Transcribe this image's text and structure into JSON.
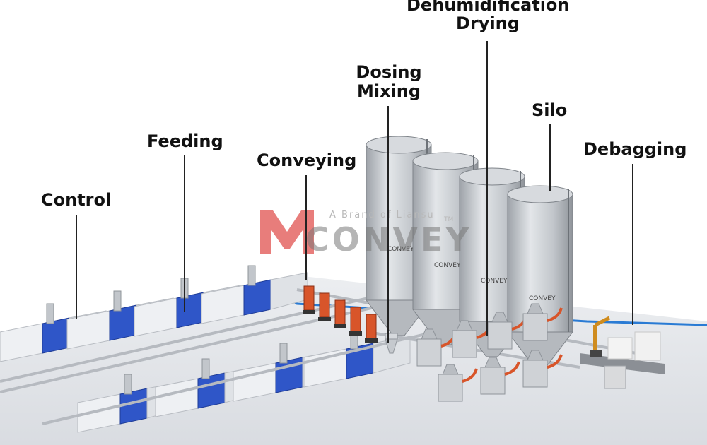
{
  "labels": {
    "control": "Control",
    "feeding": "Feeding",
    "conveying": "Conveying",
    "dosing_line1": "Dosing",
    "dosing_line2": "Mixing",
    "drying_line1": "Dehumidification",
    "drying_line2": "Drying",
    "silo": "Silo",
    "debagging": "Debagging"
  },
  "watermark": {
    "tagline": "A Brand of Liansu",
    "trademark": "TM",
    "wordmark": "CONVEY"
  },
  "silo_logo": "CONVEY",
  "colors": {
    "floor": "#e4e6ea",
    "machine_blue": "#2f56c8",
    "silo_steel": "#c9cdd2",
    "pump_orange": "#d8552a",
    "brand_red": "#e0524f",
    "brand_gray": "#9a9a9a"
  }
}
